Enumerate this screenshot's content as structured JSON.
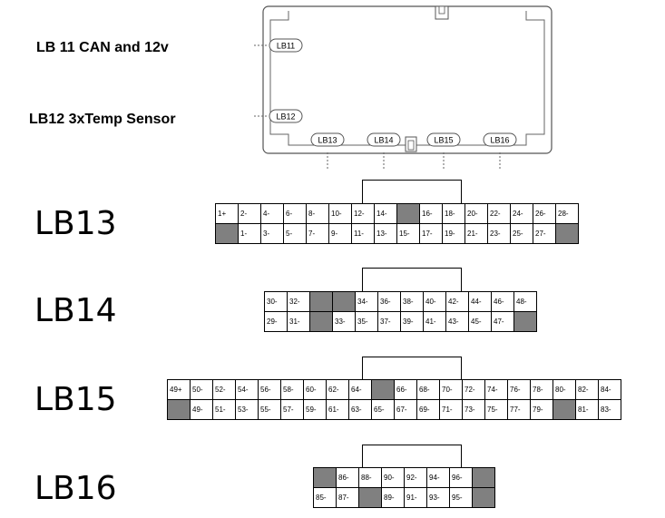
{
  "diagram": {
    "side_labels": {
      "lb11": "LB 11 CAN and 12v",
      "lb12": "LB12 3xTemp Sensor"
    },
    "housing_pills": [
      "LB11",
      "LB12",
      "LB13",
      "LB14",
      "LB15",
      "LB16"
    ],
    "connectors": {
      "lb13": {
        "title": "LB13",
        "top": [
          "1+",
          "2-",
          "4-",
          "6-",
          "8-",
          "10-",
          "12-",
          "14-",
          "",
          "16-",
          "18-",
          "20-",
          "22-",
          "24-",
          "26-",
          "28-"
        ],
        "bottom": [
          "",
          "1-",
          "3-",
          "5-",
          "7-",
          "9-",
          "11-",
          "13-",
          "15-",
          "17-",
          "19-",
          "21-",
          "23-",
          "25-",
          "27-",
          ""
        ]
      },
      "lb14": {
        "title": "LB14",
        "top": [
          "30-",
          "32-",
          "",
          "",
          "34-",
          "36-",
          "38-",
          "40-",
          "42-",
          "44-",
          "46-",
          "48-"
        ],
        "bottom": [
          "29-",
          "31-",
          "",
          "33-",
          "35-",
          "37-",
          "39-",
          "41-",
          "43-",
          "45-",
          "47-",
          ""
        ]
      },
      "lb15": {
        "title": "LB15",
        "top": [
          "49+",
          "50-",
          "52-",
          "54-",
          "56-",
          "58-",
          "60-",
          "62-",
          "64-",
          "",
          "66-",
          "68-",
          "70-",
          "72-",
          "74-",
          "76-",
          "78-",
          "80-",
          "82-",
          "84-"
        ],
        "bottom": [
          "",
          "49-",
          "51-",
          "53-",
          "55-",
          "57-",
          "59-",
          "61-",
          "63-",
          "65-",
          "67-",
          "69-",
          "71-",
          "73-",
          "75-",
          "77-",
          "79-",
          "",
          "81-",
          "83-"
        ]
      },
      "lb16": {
        "title": "LB16",
        "top": [
          "",
          "86-",
          "88-",
          "90-",
          "92-",
          "94-",
          "96-",
          ""
        ],
        "bottom": [
          "85-",
          "87-",
          "",
          "89-",
          "91-",
          "93-",
          "95-",
          ""
        ]
      }
    }
  }
}
